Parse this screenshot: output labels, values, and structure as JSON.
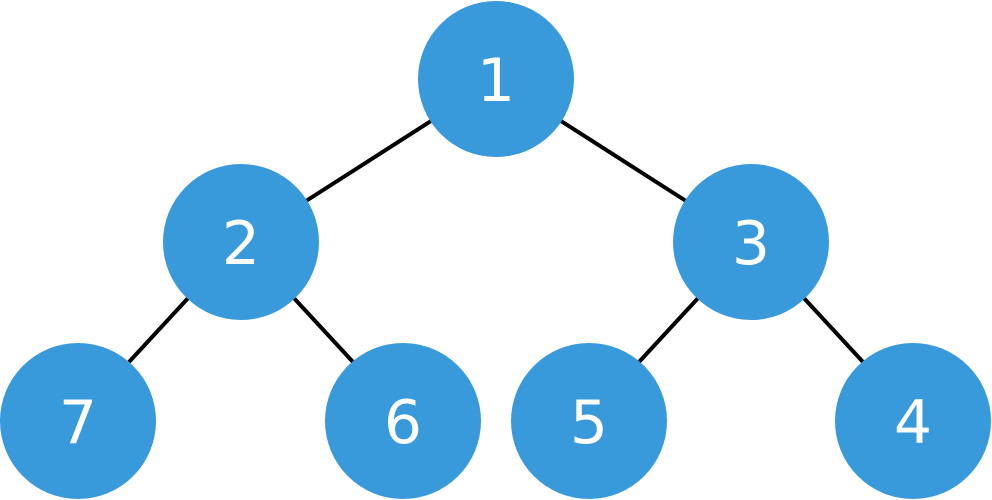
{
  "tree": {
    "node_color": "#3899DB",
    "edge_color": "#000000",
    "label_color": "#ffffff",
    "nodes": [
      {
        "id": "n1",
        "label": "1"
      },
      {
        "id": "n2",
        "label": "2"
      },
      {
        "id": "n3",
        "label": "3"
      },
      {
        "id": "n7",
        "label": "7"
      },
      {
        "id": "n6",
        "label": "6"
      },
      {
        "id": "n5",
        "label": "5"
      },
      {
        "id": "n4",
        "label": "4"
      }
    ],
    "edges": [
      {
        "from": "n1",
        "to": "n2"
      },
      {
        "from": "n1",
        "to": "n3"
      },
      {
        "from": "n2",
        "to": "n7"
      },
      {
        "from": "n2",
        "to": "n6"
      },
      {
        "from": "n3",
        "to": "n5"
      },
      {
        "from": "n3",
        "to": "n4"
      }
    ]
  }
}
